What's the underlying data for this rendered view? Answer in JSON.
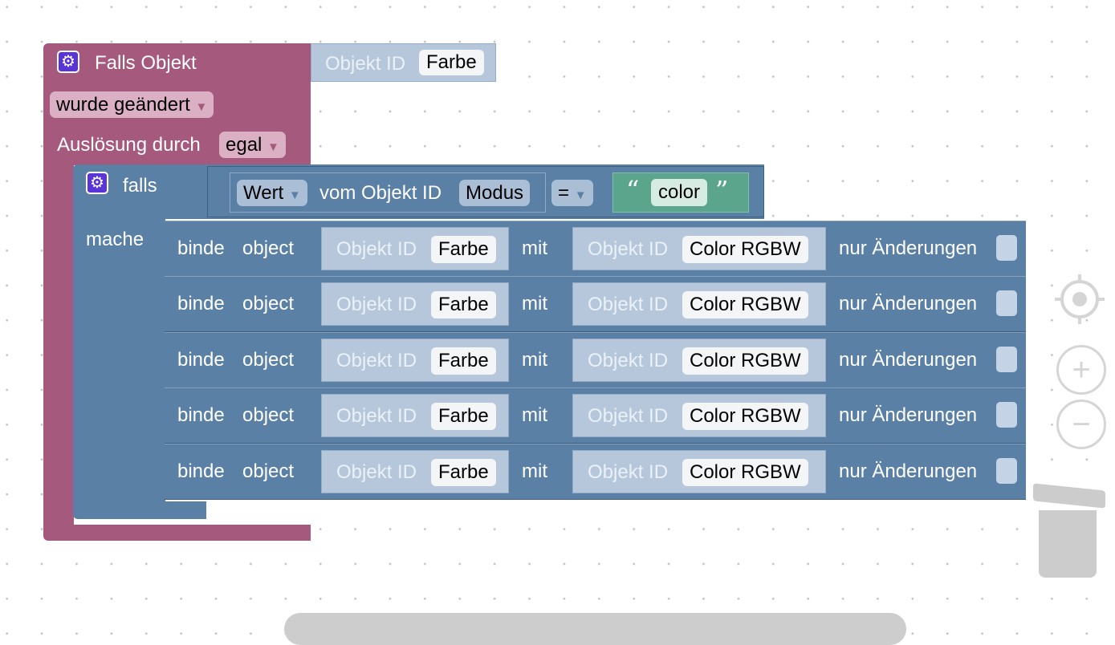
{
  "event_block": {
    "title": "Falls Objekt",
    "object_id_label": "Objekt ID",
    "object_id_value": "Farbe",
    "trigger_mode": "wurde geändert",
    "trigger_by_label": "Auslösung durch",
    "trigger_by_value": "egal"
  },
  "if_block": {
    "if_label": "falls",
    "do_label": "mache",
    "condition": {
      "property": "Wert",
      "from_label": "vom Objekt ID",
      "object_value": "Modus",
      "operator": "=",
      "text_value": "color"
    }
  },
  "bind_rows": [
    {
      "bind_label": "binde",
      "object_label": "object",
      "source_label": "Objekt ID",
      "source_value": "Farbe",
      "with_label": "mit",
      "target_label": "Objekt ID",
      "target_value": "Color RGBW",
      "only_changes_label": "nur Änderungen",
      "only_changes": false
    },
    {
      "bind_label": "binde",
      "object_label": "object",
      "source_label": "Objekt ID",
      "source_value": "Farbe",
      "with_label": "mit",
      "target_label": "Objekt ID",
      "target_value": "Color RGBW",
      "only_changes_label": "nur Änderungen",
      "only_changes": false
    },
    {
      "bind_label": "binde",
      "object_label": "object",
      "source_label": "Objekt ID",
      "source_value": "Farbe",
      "with_label": "mit",
      "target_label": "Objekt ID",
      "target_value": "Color RGBW",
      "only_changes_label": "nur Änderungen",
      "only_changes": false
    },
    {
      "bind_label": "binde",
      "object_label": "object",
      "source_label": "Objekt ID",
      "source_value": "Farbe",
      "with_label": "mit",
      "target_label": "Objekt ID",
      "target_value": "Color RGBW",
      "only_changes_label": "nur Änderungen",
      "only_changes": false
    },
    {
      "bind_label": "binde",
      "object_label": "object",
      "source_label": "Objekt ID",
      "source_value": "Farbe",
      "with_label": "mit",
      "target_label": "Objekt ID",
      "target_value": "Color RGBW",
      "only_changes_label": "nur Änderungen",
      "only_changes": false
    }
  ],
  "workspace_controls": {
    "recenter_icon": "target-icon",
    "zoom_in_icon": "plus-icon",
    "zoom_out_icon": "minus-icon",
    "trash_icon": "trash-icon"
  },
  "colors": {
    "event_block": "#a5597d",
    "logic_block": "#5b80a5",
    "text_block": "#5ba58c",
    "gear_badge": "#5b34d8"
  }
}
